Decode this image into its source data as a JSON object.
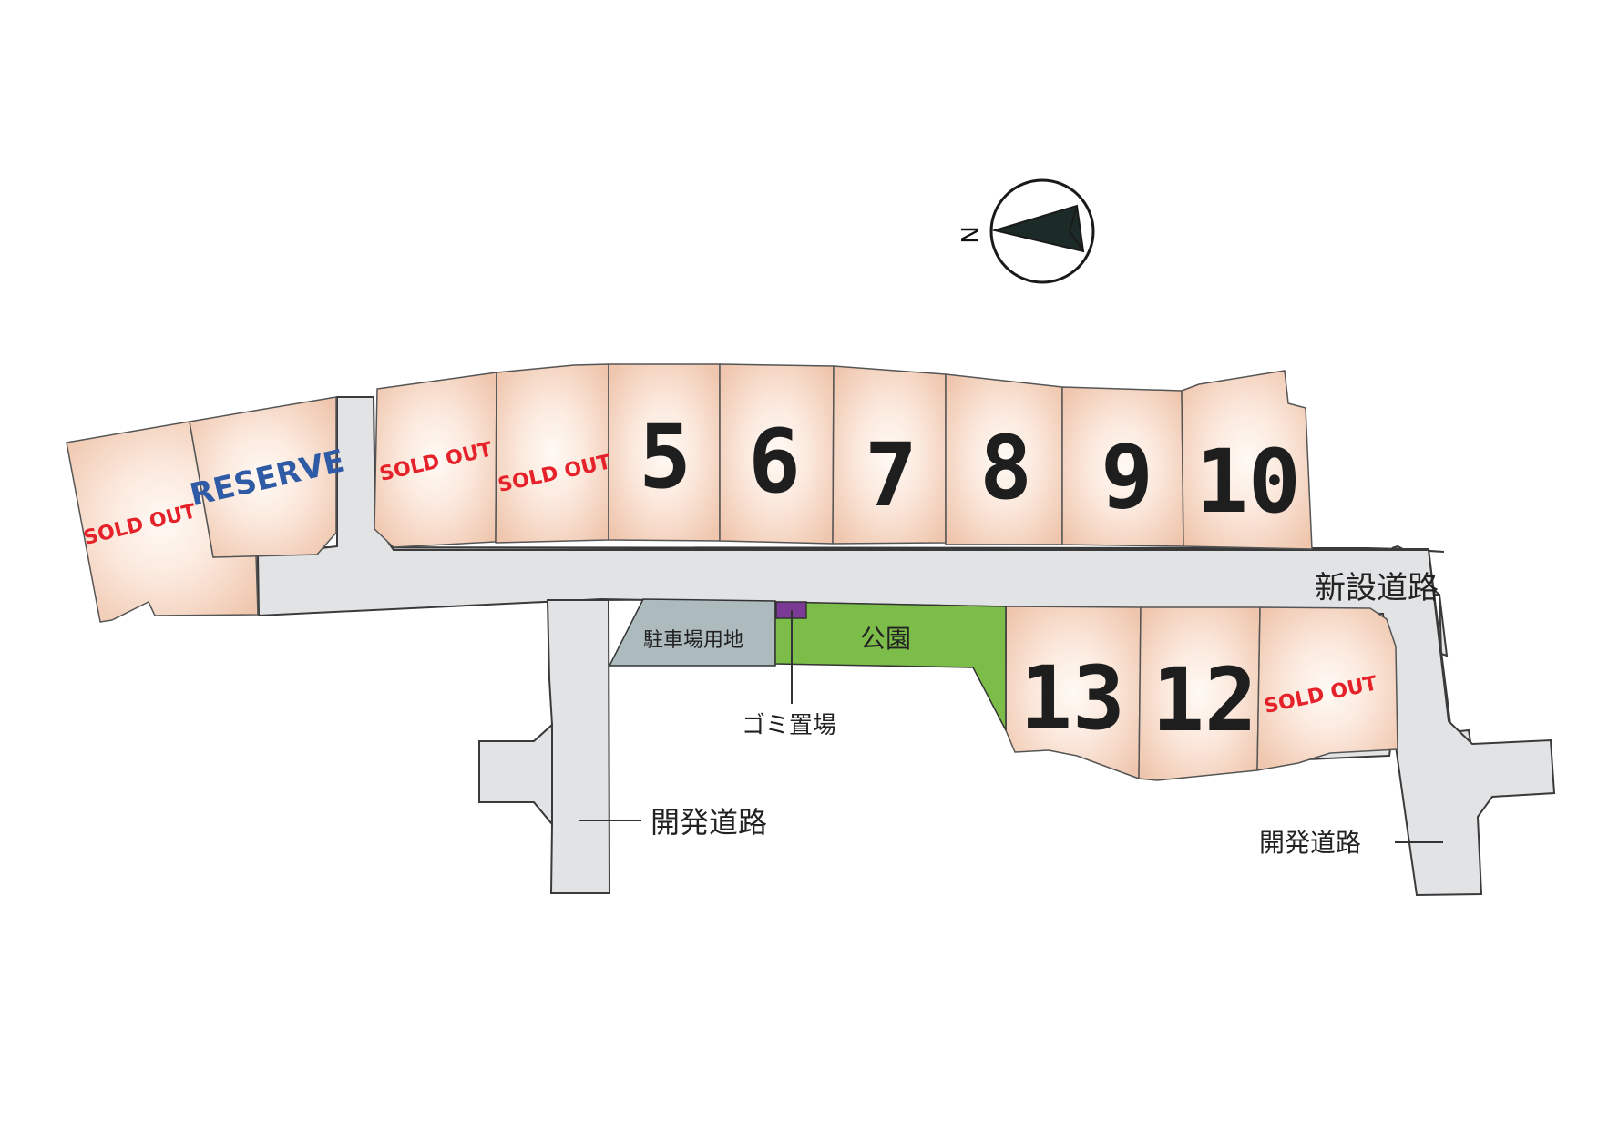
{
  "compass": {
    "label": "N",
    "icon": "north-arrow-icon"
  },
  "roads": {
    "new_road_label": "新設道路",
    "dev_road_left_label": "開発道路",
    "dev_road_right_label": "開発道路"
  },
  "facilities": {
    "parking_label": "駐車場用地",
    "park_label": "公園",
    "garbage_label": "ゴミ置場"
  },
  "lots": [
    {
      "id": "1",
      "label": "SOLD OUT",
      "status": "sold"
    },
    {
      "id": "2",
      "label": "RESERVE",
      "status": "reserve"
    },
    {
      "id": "3",
      "label": "SOLD OUT",
      "status": "sold"
    },
    {
      "id": "4",
      "label": "SOLD OUT",
      "status": "sold"
    },
    {
      "id": "5",
      "label": "5",
      "status": "available"
    },
    {
      "id": "6",
      "label": "6",
      "status": "available"
    },
    {
      "id": "7",
      "label": "7",
      "status": "available"
    },
    {
      "id": "8",
      "label": "8",
      "status": "available"
    },
    {
      "id": "9",
      "label": "9",
      "status": "available"
    },
    {
      "id": "10",
      "label": "10",
      "status": "available"
    },
    {
      "id": "13",
      "label": "13",
      "status": "available"
    },
    {
      "id": "12",
      "label": "12",
      "status": "available"
    },
    {
      "id": "11",
      "label": "SOLD OUT",
      "status": "sold"
    }
  ],
  "colors": {
    "lot_center": "#fffaf5",
    "lot_edge": "#f1c9b1",
    "road": "#e2e3e5",
    "park": "#7cbd4a",
    "parking": "#adbbbf",
    "garbage": "#7b3a96",
    "sold_text": "#e5222a",
    "reserve_text": "#2e5aa6"
  }
}
